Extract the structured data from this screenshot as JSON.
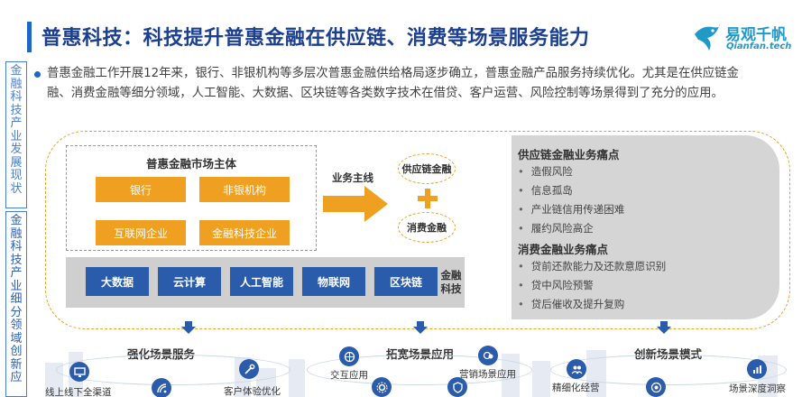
{
  "header": {
    "title": "普惠科技：科技提升普惠金融在供应链、消费等场景服务能力",
    "logo_cn": "易观千帆",
    "logo_en": "Qianfan.tech"
  },
  "side_tabs": {
    "tab1": [
      "金",
      "融",
      "科",
      "技",
      "产",
      "业",
      "发",
      "展",
      "现",
      "状"
    ],
    "tab2": [
      "金",
      "融",
      "科",
      "技",
      "产",
      "业",
      "细",
      "分",
      "领",
      "域",
      "创",
      "新",
      "应"
    ]
  },
  "intro": "普惠金融工作开展12年来，银行、非银机构等多层次普惠金融供给格局逐步确立，普惠金融产品服务持续优化。尤其是在供应链金融、消费金融等细分领域，人工智能、大数据、区块链等各类数字技术在借贷、客户运营、风险控制等场景得到了充分的应用。",
  "market": {
    "title": "普惠金融市场主体",
    "orgs": [
      "银行",
      "非银机构",
      "互联网企业",
      "金融科技企业"
    ]
  },
  "arrow_label": "业务主线",
  "circles": {
    "supply": "供应链金融",
    "consumer": "消费金融"
  },
  "tech": {
    "items": [
      "大数据",
      "云计算",
      "人工智能",
      "物联网",
      "区块链"
    ],
    "label": "金融科技"
  },
  "pain": {
    "supply_title": "供应链金融业务痛点",
    "supply_items": [
      "造假风险",
      "信息孤岛",
      "产业链信用传递困难",
      "履约风险高企"
    ],
    "consumer_title": "消费金融业务痛点",
    "consumer_items": [
      "贷前还款能力及还款意愿识别",
      "贷中风险预警",
      "贷后催收及提升复购"
    ]
  },
  "scenes": {
    "s1_title": "强化场景服务",
    "s1_a": "线上线下全渠道",
    "s1_b": "客户体验优化",
    "s2_title": "拓宽场景应用",
    "s2_a": "交互应用",
    "s2_b": "营销场景应用",
    "s3_title": "创新场景模式",
    "s3_a": "精细化经营",
    "s3_b": "场景深度洞察"
  },
  "colors": {
    "accent_orange": "#f0a020",
    "tech_blue": "#2a5cab",
    "title_blue": "#1c3f8f",
    "logo_cyan": "#1f9ac8"
  }
}
